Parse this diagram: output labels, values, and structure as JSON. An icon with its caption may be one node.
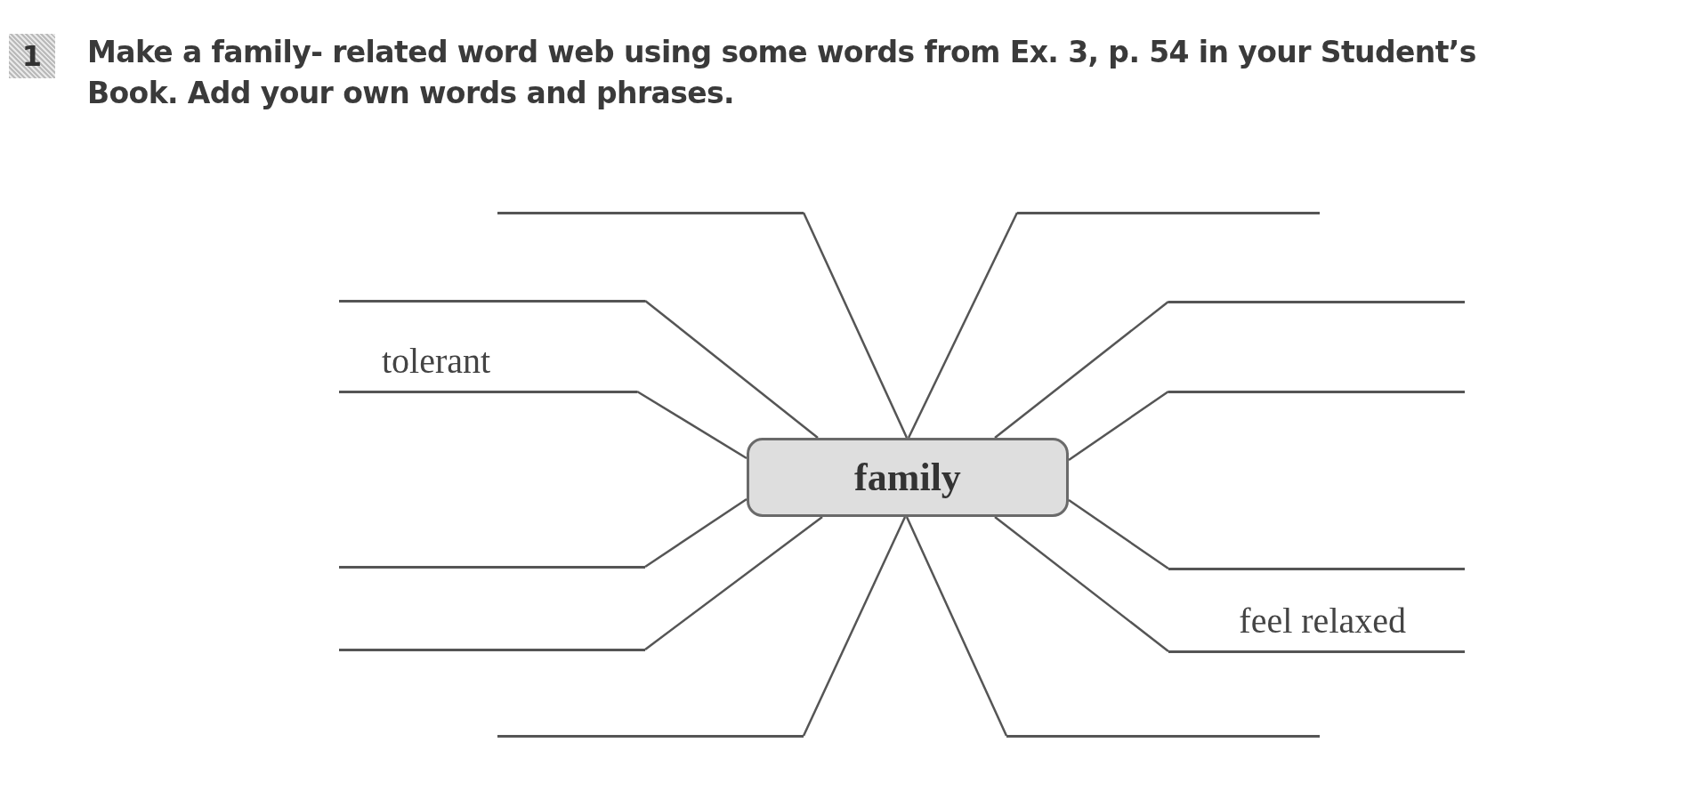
{
  "diagram": {
    "title": "Make a family- related word web using some words from Ex. 3, p. 54 in your Student’s Book. Add your own words and phrases.",
    "nodes": [
      {
        "text": [
          "family"
        ]
      },
      {
        "text": [],
        "shape": "line"
      },
      {
        "text": [],
        "shape": "line"
      },
      {
        "text": [
          "tolerant"
        ]
      },
      {
        "text": [],
        "shape": "line"
      },
      {
        "text": [],
        "shape": "line"
      },
      {
        "text": [],
        "shape": "line"
      },
      {
        "text": [],
        "shape": "line"
      },
      {
        "text": [],
        "shape": "line"
      },
      {
        "text": [],
        "shape": "line"
      },
      {
        "text": [],
        "shape": "line"
      },
      {
        "text": [
          "feel relaxed"
        ]
      },
      {
        "text": [],
        "shape": "line"
      }
    ],
    "edges": [
      {
        "from": 0,
        "to": 1,
        "arrow": "none"
      },
      {
        "from": 0,
        "to": 2,
        "arrow": "none"
      },
      {
        "from": 0,
        "to": 3,
        "arrow": "none"
      },
      {
        "from": 0,
        "to": 4,
        "arrow": "none"
      },
      {
        "from": 0,
        "to": 5,
        "arrow": "none"
      },
      {
        "from": 0,
        "to": 6,
        "arrow": "none"
      },
      {
        "from": 0,
        "to": 7,
        "arrow": "none"
      },
      {
        "from": 0,
        "to": 8,
        "arrow": "none"
      },
      {
        "from": 0,
        "to": 9,
        "arrow": "none"
      },
      {
        "from": 0,
        "to": 10,
        "arrow": "none"
      },
      {
        "from": 0,
        "to": 11,
        "arrow": "none"
      },
      {
        "from": 0,
        "to": 12,
        "arrow": "none"
      }
    ],
    "labels": [
      "1"
    ]
  }
}
